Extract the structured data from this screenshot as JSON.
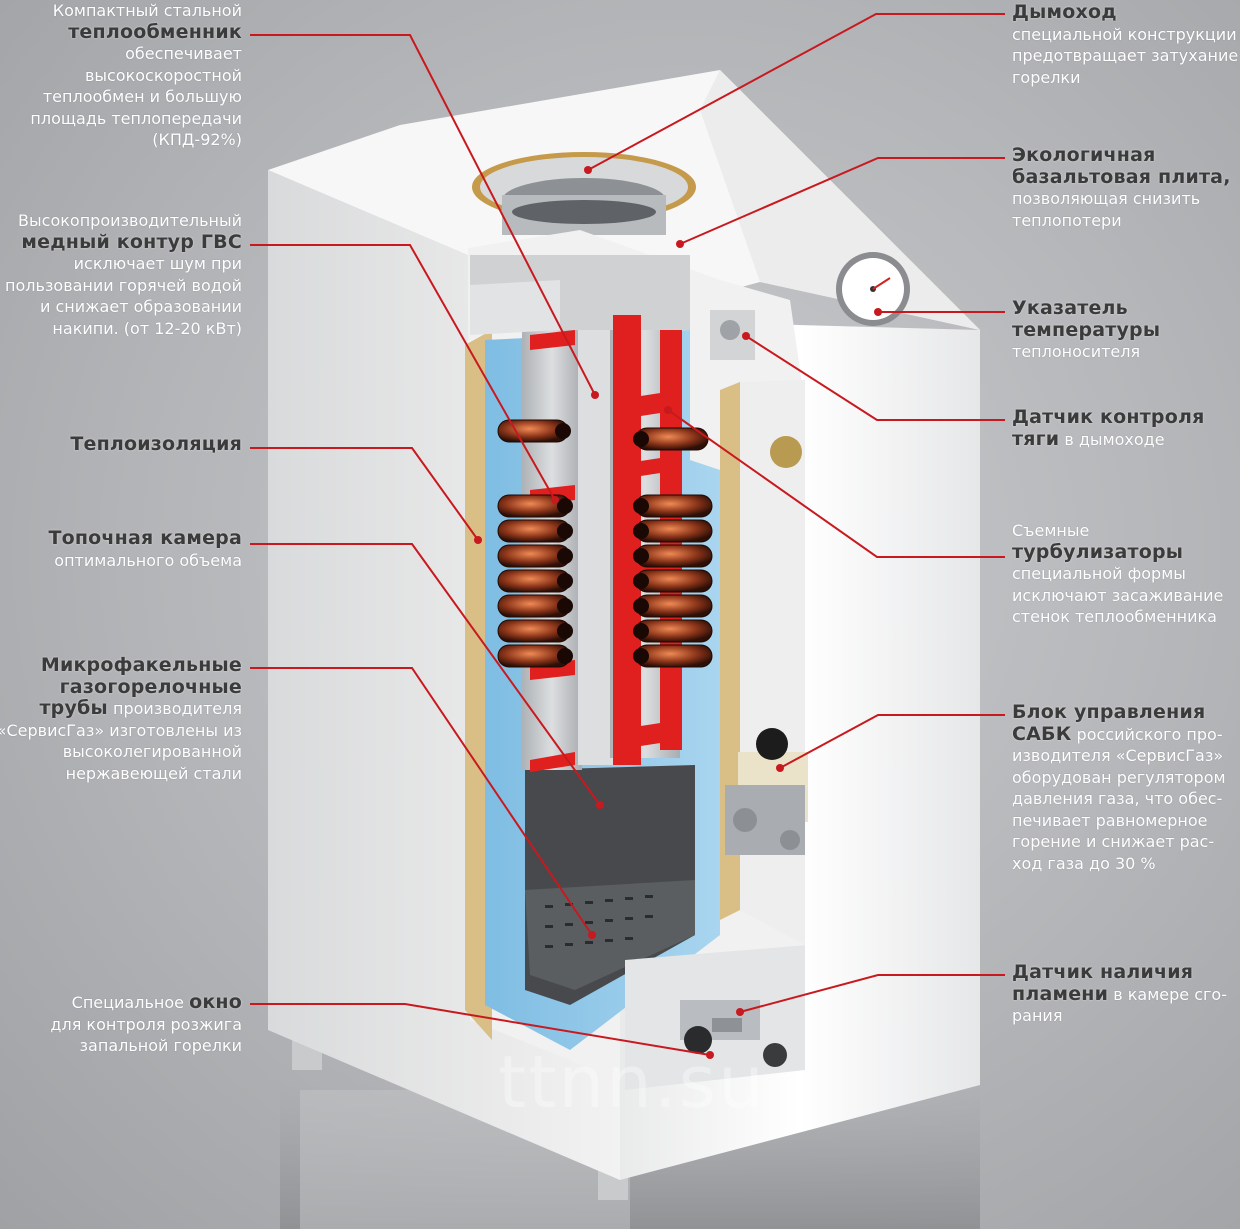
{
  "colors": {
    "leader": "#c8191f",
    "casing": "#f4f4f3",
    "insulation_blue": "#8ec6e8",
    "heat_red": "#e0201e",
    "steel": "#c7c9cc",
    "copper": "#7a2d17"
  },
  "labels_left": [
    {
      "id": "heat-exchanger",
      "pre": "Компактный стальной",
      "bold": "теплообменник",
      "post_lines": [
        "обеспечивает",
        "высокоскоростной",
        "теплообмен и большую",
        "площадь теплопередачи",
        "(КПД-92%)"
      ]
    },
    {
      "id": "copper-circuit",
      "pre": "Высокопроизводительный",
      "bold": "медный контур ГВС",
      "post_lines": [
        "исключает шум при",
        "пользовании горячей водой",
        "и снижает образовании",
        "накипи. (от 12-20 кВт)"
      ]
    },
    {
      "id": "insulation",
      "pre": "",
      "bold": "Теплоизоляция",
      "post_lines": []
    },
    {
      "id": "furnace",
      "pre": "",
      "bold": "Топочная камера",
      "post_lines": [
        "оптимального объема"
      ]
    },
    {
      "id": "burner-tubes",
      "pre": "",
      "bold_lines": [
        "Микрофакельные",
        "газогорелочные"
      ],
      "bold": "трубы",
      "inline_after_bold": " производителя",
      "post_lines": [
        "«СервисГаз» изготовлены из",
        "высоколегированной",
        "нержавеющей стали"
      ]
    },
    {
      "id": "window",
      "pre_inline": "Специальное ",
      "bold": "окно",
      "post_lines": [
        "для контроля розжига",
        "запальной горелки"
      ]
    }
  ],
  "labels_right": [
    {
      "id": "chimney",
      "bold": "Дымоход",
      "post_lines": [
        "специальной конструкции",
        "предотвращает затухание",
        "горелки"
      ]
    },
    {
      "id": "basalt",
      "bold_lines": [
        "Экологичная",
        "базальтовая плита,"
      ],
      "post_lines": [
        "позволяющая снизить",
        "теплопотери"
      ]
    },
    {
      "id": "thermometer",
      "bold_lines": [
        "Указатель",
        "температуры"
      ],
      "post_lines": [
        "теплоносителя"
      ]
    },
    {
      "id": "draft-sensor",
      "bold_lines": [
        "Датчик  контроля"
      ],
      "bold": "тяги",
      "inline_after_bold": " в дымоходе",
      "post_lines": []
    },
    {
      "id": "turbulators",
      "pre": "Съемные",
      "bold_lines": [
        "турбулизаторы"
      ],
      "post_lines": [
        "специальной формы",
        "исключают засаживание",
        "стенок теплообменника"
      ]
    },
    {
      "id": "control-block",
      "bold_lines": [
        "Блок управления"
      ],
      "bold": "САБК",
      "inline_after_bold": " российского про-",
      "post_lines": [
        "изводителя «СервисГаз»",
        "оборудован регулятором",
        "давления газа, что обес-",
        "печивает равномерное",
        "горение и снижает рас-",
        "ход газа до 30 %"
      ]
    },
    {
      "id": "flame-sensor",
      "bold_lines": [
        "Датчик наличия"
      ],
      "bold": "пламени",
      "inline_after_bold": " в камере сго-",
      "post_lines": [
        "рания"
      ]
    }
  ],
  "watermark": "ttnn.su"
}
